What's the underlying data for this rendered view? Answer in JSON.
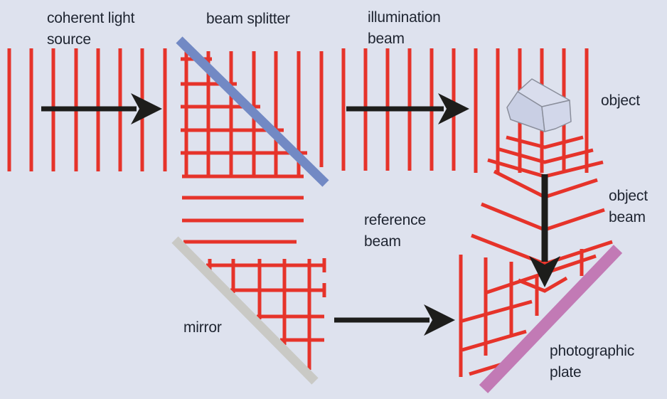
{
  "figure": {
    "subject": "hologram recording optical setup"
  },
  "labels": {
    "coherent_light_source": "coherent light source",
    "beam_splitter": "beam splitter",
    "illumination_beam": "illumination beam",
    "object": "object",
    "object_beam": "object beam",
    "reference_beam": "reference beam",
    "mirror": "mirror",
    "photographic_plate": "photographic plate"
  },
  "colors": {
    "background": "#dee2ee",
    "wavefront_red": "#e6332a",
    "beam_splitter_blue": "#7289c4",
    "mirror_gray": "#c9c9c5",
    "plate_pink": "#c27ab5",
    "object_fill_top": "#d9dded",
    "object_fill_left": "#c9cfe4",
    "object_fill_right": "#d2d7ea",
    "object_outline": "#8a8e9b",
    "arrow_black": "#1d1d1b",
    "label_text": "#1e2430"
  }
}
